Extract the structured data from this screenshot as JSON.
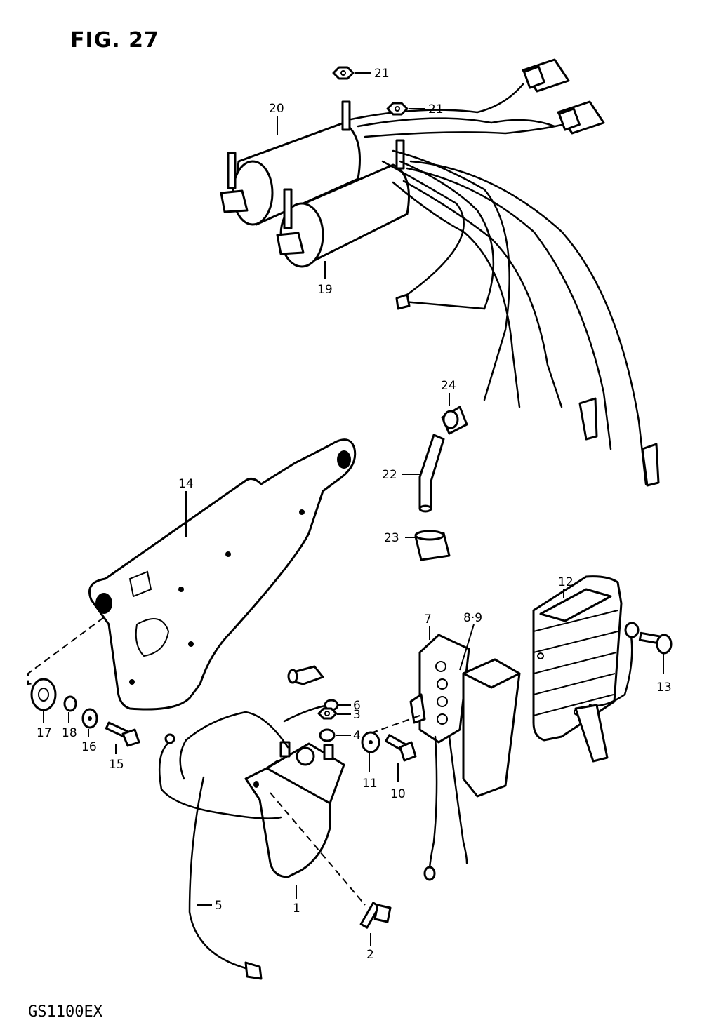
{
  "figure": {
    "title": "FIG. 27",
    "model": "GS1100EX"
  },
  "callouts": {
    "c1": "1",
    "c2": "2",
    "c3": "3",
    "c4": "4",
    "c5": "5",
    "c6": "6",
    "c7": "7",
    "c89": "8·9",
    "c10": "10",
    "c11": "11",
    "c12": "12",
    "c13": "13",
    "c14": "14",
    "c15": "15",
    "c16": "16",
    "c17": "17",
    "c18": "18",
    "c19": "19",
    "c20": "20",
    "c21a": "21",
    "c21b": "21",
    "c22": "22",
    "c23": "23",
    "c24": "24"
  }
}
